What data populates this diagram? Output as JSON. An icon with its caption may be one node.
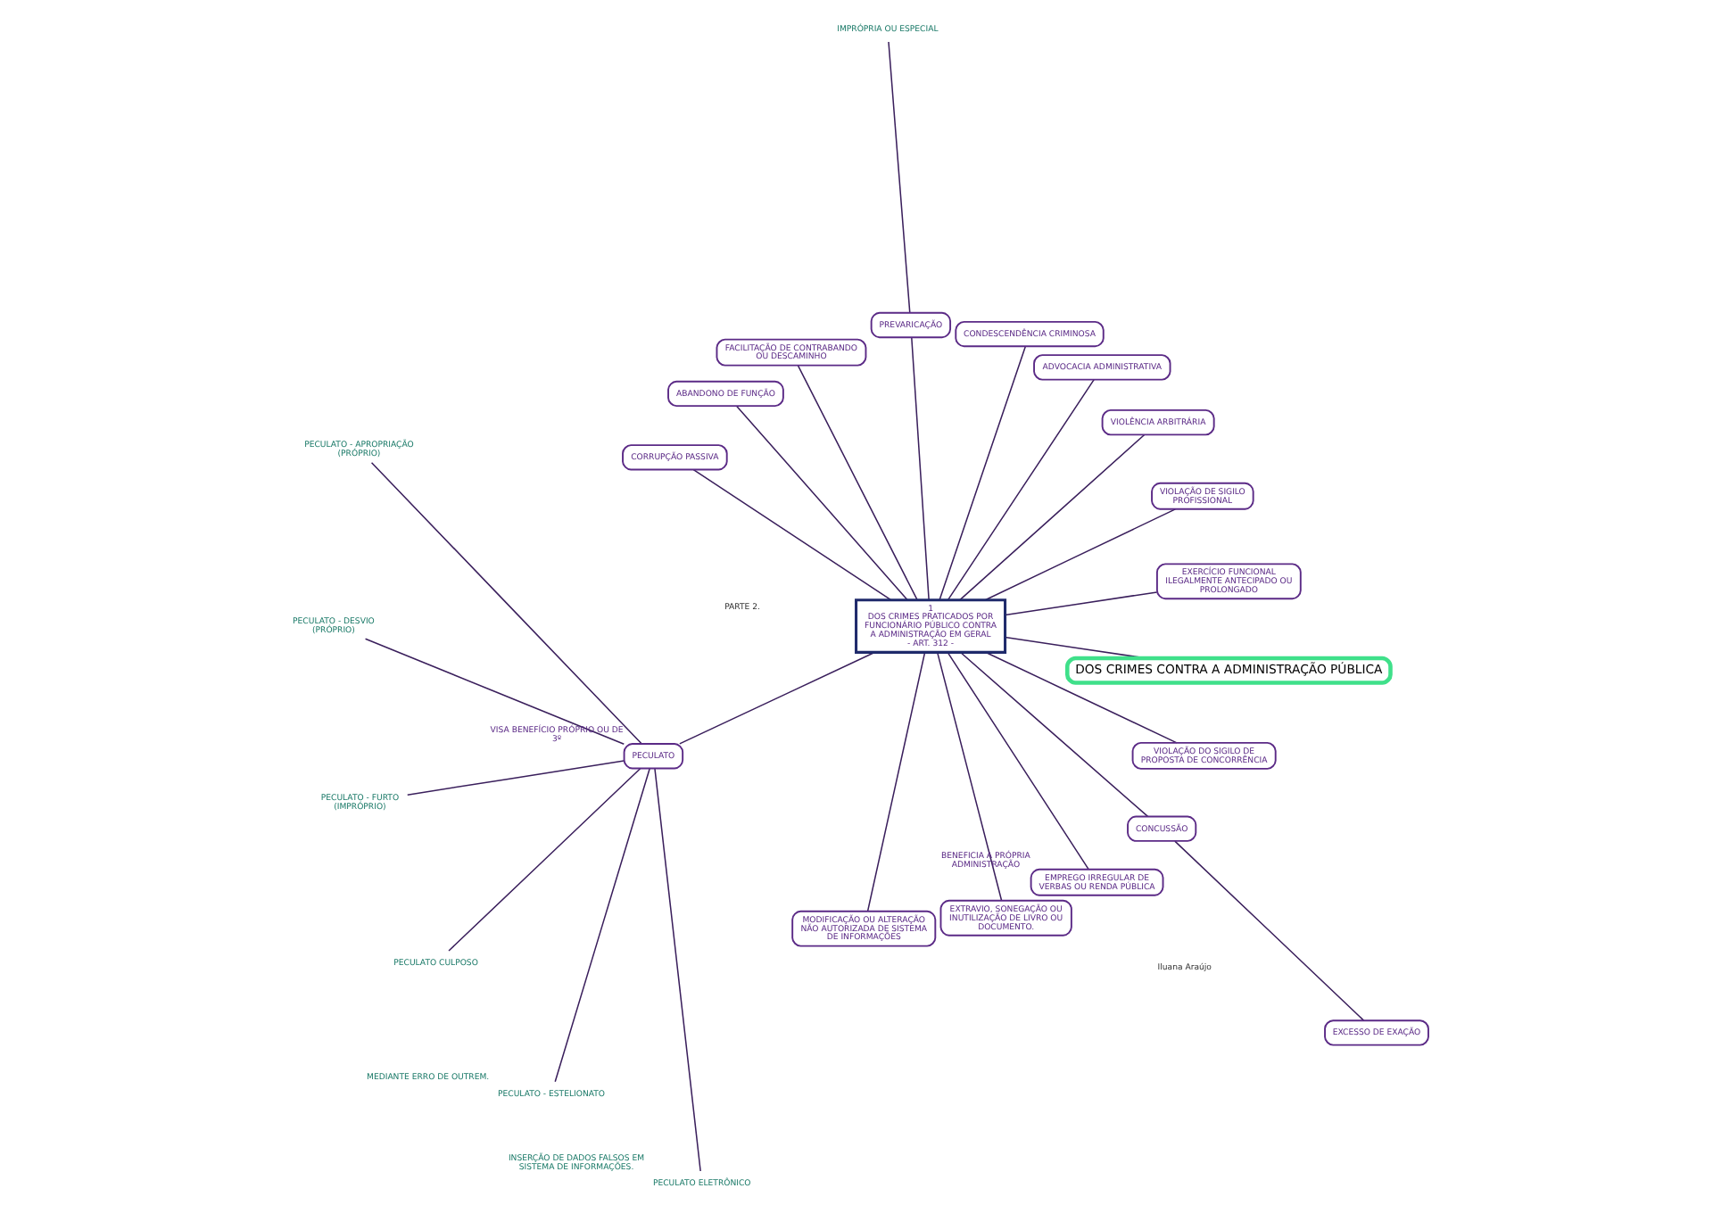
{
  "diagram": {
    "nodes": [
      {
        "text": [
          "DOS CRIMES CONTRA A ADMINISTRAÇÃO PÚBLICA"
        ]
      },
      {
        "text": [
          "1",
          "DOS CRIMES PRATICADOS POR FUNCIONÁRIO PÚBLICO CONTRA A ADMINISTRAÇÃO EM GERAL",
          "- ART. 312 -"
        ]
      },
      {
        "text": [
          "EXERCÍCIO FUNCIONAL ILEGALMENTE ANTECIPADO OU PROLONGADO"
        ]
      },
      {
        "text": [
          "VIOLAÇÃO DE SIGILO PROFISSIONAL"
        ]
      },
      {
        "text": [
          "VIOLÊNCIA ARBITRÁRIA"
        ]
      },
      {
        "text": [
          "ADVOCACIA ADMINISTRATIVA"
        ]
      },
      {
        "text": [
          "CONDESCENDÊNCIA CRIMINOSA"
        ]
      },
      {
        "text": [
          "IMPRÓPRIA OU ESPECIAL"
        ]
      },
      {
        "text": [
          "PREVARICAÇÃO"
        ]
      },
      {
        "text": [
          "FACILITAÇÃO DE CONTRABANDO OU DESCAMINHO"
        ]
      },
      {
        "text": [
          "ABANDONO DE FUNÇÃO"
        ]
      },
      {
        "text": [
          "CORRUPÇÃO PASSIVA"
        ]
      },
      {
        "text": [
          "PECULATO"
        ],
        "beside": [
          "VISA BENEFÍCIO PRÓPRIO OU DE 3º"
        ]
      },
      {
        "text": [
          "PECULATO - APROPRIAÇÃO (PRÓPRIO)"
        ]
      },
      {
        "text": [
          "PECULATO - DESVIO (PRÓPRIO)"
        ]
      },
      {
        "text": [
          "PECULATO - FURTO (IMPRÓPRIO)"
        ]
      },
      {
        "text": [
          "PECULATO CULPOSO"
        ]
      },
      {
        "text": [
          "PECULATO - ESTELIONATO"
        ],
        "beside": [
          "MEDIANTE ERRO DE OUTREM."
        ]
      },
      {
        "text": [
          "PECULATO ELETRÔNICO"
        ],
        "beside": [
          "INSERÇÃO DE DADOS FALSOS EM SISTEMA DE INFORMAÇÕES."
        ]
      },
      {
        "text": [
          "MODIFICAÇÃO OU ALTERAÇÃO NÃO AUTORIZADA DE SISTEMA DE INFORMAÇÕES"
        ]
      },
      {
        "text": [
          "EXTRAVIO, SONEGAÇÃO OU INUTILIZAÇÃO DE LIVRO OU DOCUMENTO."
        ]
      },
      {
        "text": [
          "EMPREGO IRREGULAR DE VERBAS OU RENDA PÚBLICA"
        ],
        "beside": [
          "BENEFICIA A PRÓPRIA ADMINISTRAÇÃO"
        ]
      },
      {
        "text": [
          "CONCUSSÃO"
        ]
      },
      {
        "text": [
          "EXCESSO DE EXAÇÃO"
        ]
      },
      {
        "text": [
          "VIOLAÇÃO DO SIGILO DE PROPOSTA DE CONCORRÊNCIA"
        ]
      }
    ],
    "edges": [
      {
        "from": 0,
        "to": 1,
        "arrow": "none"
      },
      {
        "from": 1,
        "to": 2,
        "arrow": "none"
      },
      {
        "from": 1,
        "to": 3,
        "arrow": "none"
      },
      {
        "from": 1,
        "to": 4,
        "arrow": "none"
      },
      {
        "from": 1,
        "to": 5,
        "arrow": "none"
      },
      {
        "from": 1,
        "to": 6,
        "arrow": "none"
      },
      {
        "from": 7,
        "to": 8,
        "arrow": "none"
      },
      {
        "from": 1,
        "to": 8,
        "arrow": "none"
      },
      {
        "from": 1,
        "to": 9,
        "arrow": "none"
      },
      {
        "from": 1,
        "to": 10,
        "arrow": "none"
      },
      {
        "from": 1,
        "to": 11,
        "arrow": "none"
      },
      {
        "from": 1,
        "to": 12,
        "arrow": "none"
      },
      {
        "from": 12,
        "to": 13,
        "arrow": "none"
      },
      {
        "from": 12,
        "to": 14,
        "arrow": "none"
      },
      {
        "from": 12,
        "to": 15,
        "arrow": "none"
      },
      {
        "from": 12,
        "to": 16,
        "arrow": "none"
      },
      {
        "from": 12,
        "to": 17,
        "arrow": "none"
      },
      {
        "from": 12,
        "to": 18,
        "arrow": "none"
      },
      {
        "from": 1,
        "to": 19,
        "arrow": "none"
      },
      {
        "from": 1,
        "to": 20,
        "arrow": "none"
      },
      {
        "from": 1,
        "to": 21,
        "arrow": "none"
      },
      {
        "from": 1,
        "to": 22,
        "arrow": "none"
      },
      {
        "from": 22,
        "to": 23,
        "arrow": "none"
      },
      {
        "from": 1,
        "to": 24,
        "arrow": "none"
      }
    ],
    "labels": [
      "PARTE 2.",
      "Iluana Araújo"
    ]
  }
}
